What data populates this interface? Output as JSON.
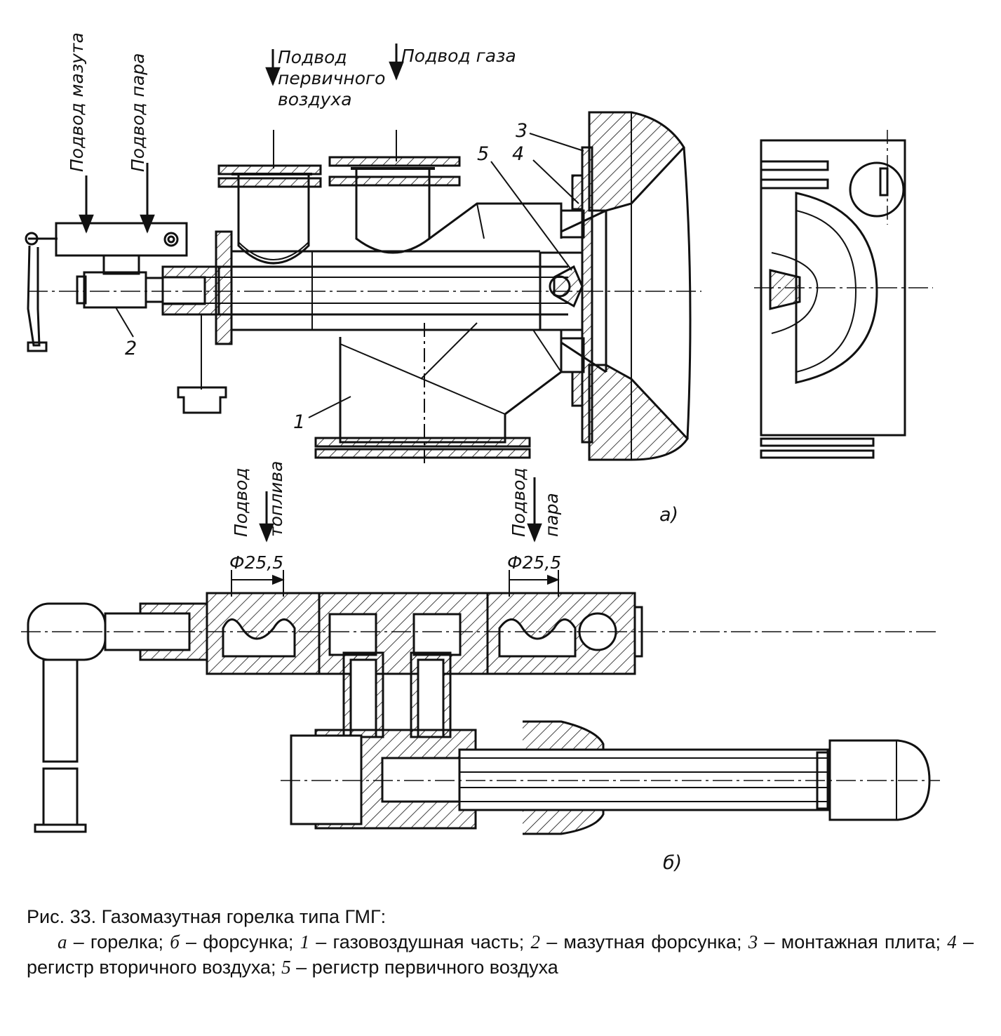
{
  "labels": {
    "fuel_oil_supply": "Подвод мазута",
    "steam_supply_top": "Подвод пара",
    "primary_air_supply_l1": "Подвод",
    "primary_air_supply_l2": "первичного",
    "primary_air_supply_l3": "воздуха",
    "gas_supply": "Подвод газа",
    "fuel_supply_l1": "Подвод",
    "fuel_supply_l2": "топлива",
    "steam_supply_bottom_l1": "Подвод",
    "steam_supply_bottom_l2": "пара",
    "dim_left": "Ф25,5",
    "dim_right": "Ф25,5",
    "view_a": "а)",
    "view_b": "б)",
    "part_1": "1",
    "part_2": "2",
    "part_3": "3",
    "part_4": "4",
    "part_5": "5"
  },
  "caption": {
    "title": "Рис. 33. Газомазутная горелка типа ГМГ:",
    "a_key": "а",
    "a_text": " – горелка; ",
    "b_key": "б",
    "b_text": " – форсунка; ",
    "k1": "1",
    "t1": " – газовоздушная часть; ",
    "k2": "2",
    "t2": " – мазутная форсунка; ",
    "k3": "3",
    "t3": " – монтажная плита; ",
    "k4": "4",
    "t4": " – регистр вторичного воздуха; ",
    "k5": "5",
    "t5": " – регистр первичного воздуха"
  },
  "colors": {
    "ink": "#111111",
    "paper": "#ffffff"
  }
}
